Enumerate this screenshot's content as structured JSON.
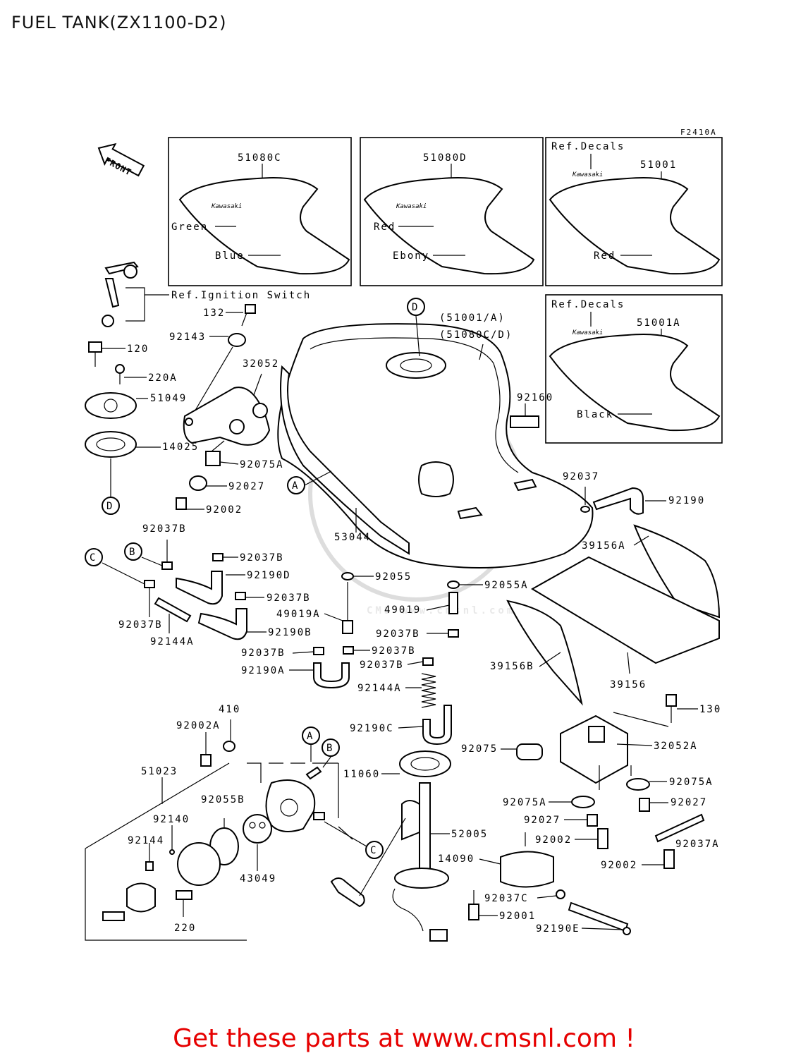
{
  "title": "FUEL TANK(ZX1100-D2)",
  "figure_code": "F2410A",
  "front_label": "FRONT",
  "watermark": "CMS www.cmsnl.com",
  "footer": "Get these parts at www.cmsnl.com !",
  "insets": [
    {
      "part": "51080C",
      "colors": [
        "Green",
        "Blue"
      ]
    },
    {
      "part": "51080D",
      "colors": [
        "Red",
        "Ebony"
      ]
    },
    {
      "ref": "Ref.Decals",
      "part": "51001",
      "colors": [
        "Red"
      ]
    },
    {
      "ref": "Ref.Decals",
      "part": "51001A",
      "colors": [
        "Black"
      ]
    }
  ],
  "refs": {
    "ignition": "Ref.Ignition Switch",
    "tank_note_1": "(51001/A)",
    "tank_note_2": "(51080C/D)"
  },
  "callouts": [
    "A",
    "B",
    "C",
    "D"
  ],
  "labels": {
    "p132": "132",
    "p92143": "92143",
    "p120": "120",
    "p220A": "220A",
    "p32052": "32052",
    "p51049": "51049",
    "p14025": "14025",
    "p92075A_1": "92075A",
    "p92027_1": "92027",
    "p92002_1": "92002",
    "p92160": "92160",
    "p92037": "92037",
    "p92190": "92190",
    "p53044": "53044",
    "p39156A": "39156A",
    "p92037B_a": "92037B",
    "p92037B_b": "92037B",
    "p92190D": "92190D",
    "p92037B_c": "92037B",
    "p92190B": "92190B",
    "p92037B_d": "92037B",
    "p92144A_1": "92144A",
    "p92055": "92055",
    "p49019A": "49019A",
    "p92037B_e": "92037B",
    "p92037B_f": "92037B",
    "p92190A": "92190A",
    "p92037B_g": "92037B",
    "p92144A_2": "92144A",
    "p92055A": "92055A",
    "p49019": "49019",
    "p92037B_h": "92037B",
    "p39156B": "39156B",
    "p39156": "39156",
    "p410": "410",
    "p92002A": "92002A",
    "p51023": "51023",
    "p92055B": "92055B",
    "p92140": "92140",
    "p92144": "92144",
    "p43049": "43049",
    "p220": "220",
    "p92190C": "92190C",
    "p11060": "11060",
    "p52005": "52005",
    "p14090": "14090",
    "p92037C": "92037C",
    "p92001": "92001",
    "p92190E": "92190E",
    "p92075": "92075",
    "p130": "130",
    "p32052A": "32052A",
    "p92075A_2": "92075A",
    "p92075A_3": "92075A",
    "p92027_2": "92027",
    "p92027_3": "92027",
    "p92002_2": "92002",
    "p92002_3": "92002",
    "p92037A": "92037A"
  }
}
